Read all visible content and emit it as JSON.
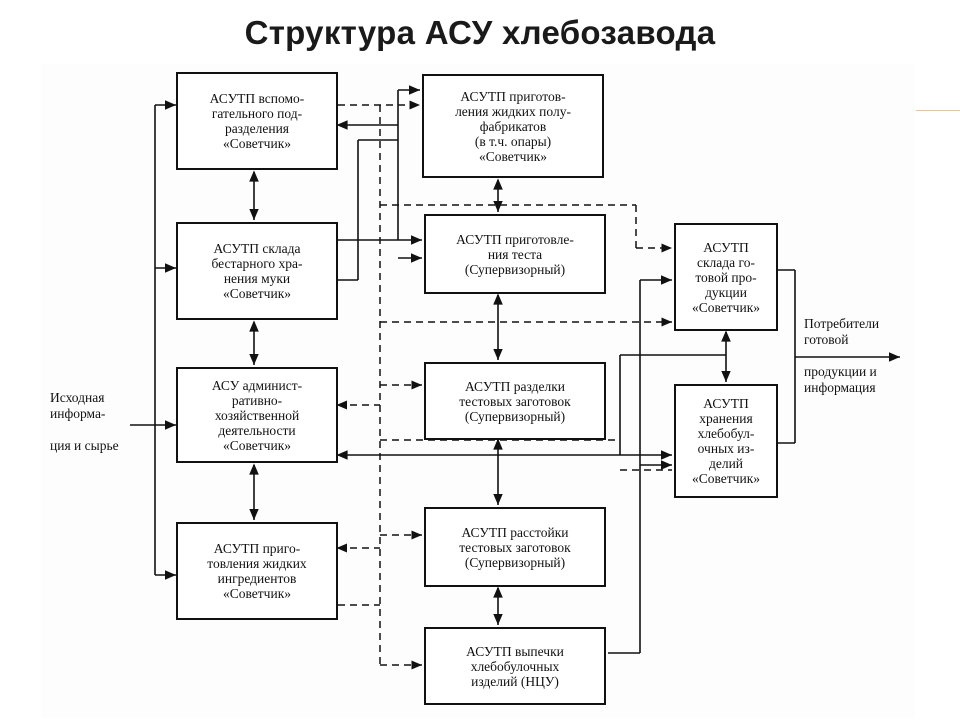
{
  "title": "Структура АСУ хлебозавода",
  "boxes": {
    "aux": "АСУТП вспомо-\nгательного под-\nразделения\n«Советчик»",
    "flour": "АСУТП склада\nбестарного хра-\nнения муки\n«Советчик»",
    "admin": "АСУ админист-\nративно-\nхозяйственной\nдеятельности\n«Советчик»",
    "liquid_ingr": "АСУТП приго-\nтовления жидких\nингредиентов\n«Советчик»",
    "semi": "АСУТП приготов-\nления жидких полу-\nфабрикатов\n(в т.ч. опары)\n«Советчик»",
    "dough": "АСУТП приготовле-\nния теста\n(Супервизорный)",
    "cutting": "АСУТП разделки\nтестовых заготовок\n(Супервизорный)",
    "proofing": "АСУТП расстойки\nтестовых заготовок\n(Супервизорный)",
    "baking": "АСУТП выпечки\nхлебобулочных\nизделий (НЦУ)",
    "finished": "АСУТП\nсклада го-\nтовой про-\nдукции\n«Советчик»",
    "storage": "АСУТП\nхранения\nхлебобул-\nочных из-\nделий\n«Советчик»"
  },
  "labels": {
    "input": "Исходная\nинформа-\n\nция и сырье",
    "output": "Потребители\nготовой\n\nпродукции и\nинформация"
  }
}
